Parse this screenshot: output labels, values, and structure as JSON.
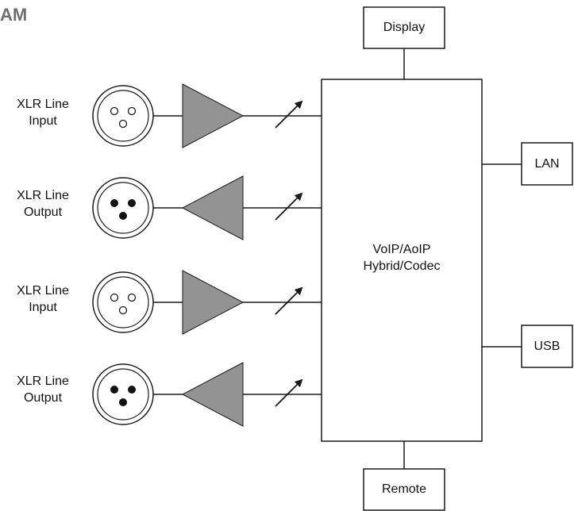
{
  "header": {
    "title_fragment": "AM"
  },
  "channels": [
    {
      "label_line1": "XLR Line",
      "label_line2": "Input",
      "direction": "input"
    },
    {
      "label_line1": "XLR Line",
      "label_line2": "Output",
      "direction": "output"
    },
    {
      "label_line1": "XLR Line",
      "label_line2": "Input",
      "direction": "input"
    },
    {
      "label_line1": "XLR Line",
      "label_line2": "Output",
      "direction": "output"
    }
  ],
  "core": {
    "line1": "VoIP/AoIP",
    "line2": "Hybrid/Codec"
  },
  "peripherals": {
    "display": "Display",
    "lan": "LAN",
    "usb": "USB",
    "remote": "Remote"
  },
  "colors": {
    "amplifier_fill": "#939393",
    "line": "#1a1a1a",
    "title": "#6e6e6e"
  }
}
